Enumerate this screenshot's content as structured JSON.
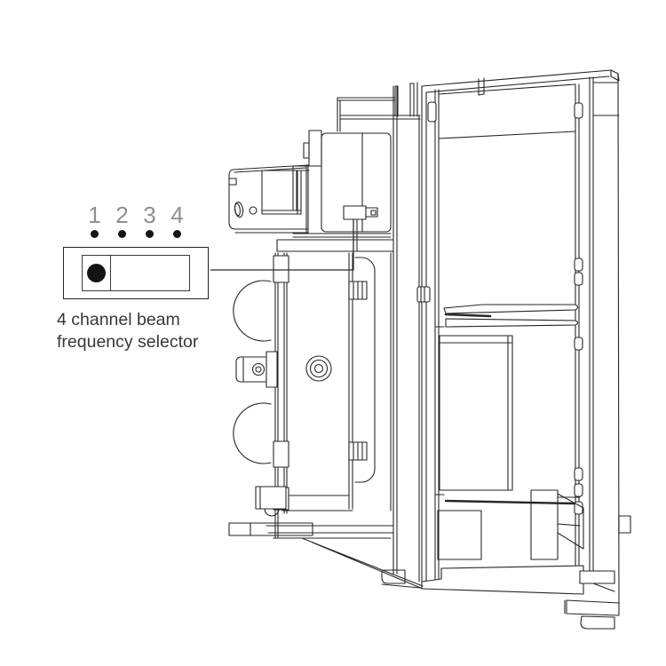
{
  "page": {
    "background": "#ffffff"
  },
  "callout": {
    "channels": [
      "1",
      "2",
      "3",
      "4"
    ],
    "numbers_color": "#8f8f8f",
    "dot_color": "#141414",
    "selector": {
      "positions": 4,
      "selected_position": 1,
      "knob_color": "#141414",
      "border_color": "#222222"
    },
    "label": {
      "line1": "4 channel beam",
      "line2": "frequency selector",
      "color": "#383838"
    }
  },
  "drawing": {
    "description": "cutaway technical line drawing of beam sensor unit",
    "line_color": "#262626"
  }
}
